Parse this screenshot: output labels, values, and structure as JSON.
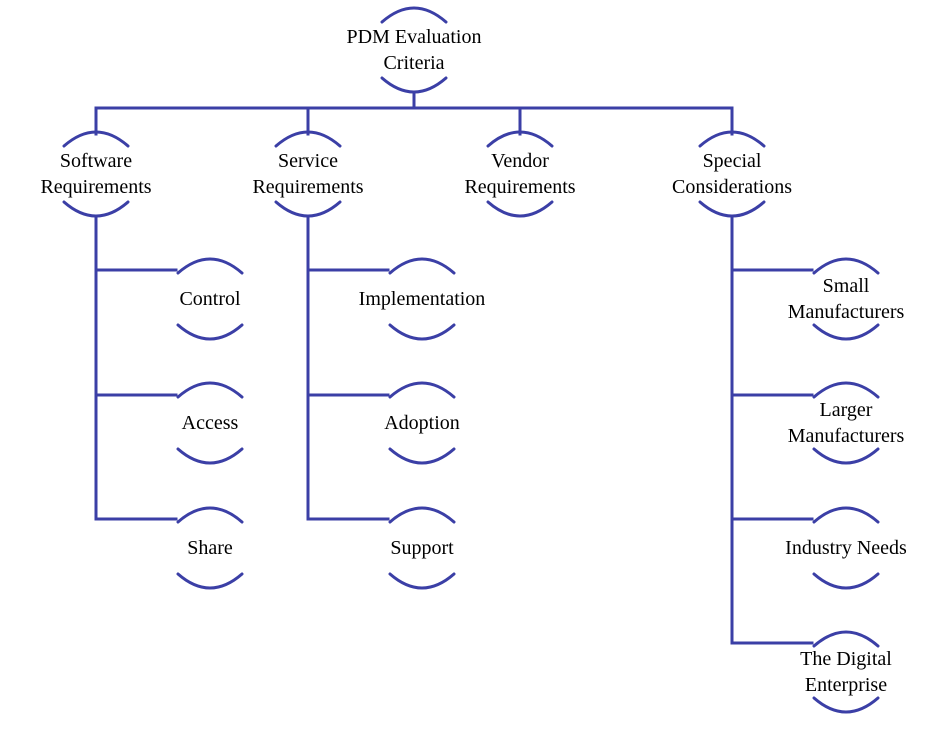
{
  "diagram": {
    "root": {
      "lines": [
        "PDM Evaluation",
        "Criteria"
      ]
    },
    "categories": [
      {
        "lines": [
          "Software",
          "Requirements"
        ],
        "children": [
          {
            "lines": [
              "Control"
            ]
          },
          {
            "lines": [
              "Access"
            ]
          },
          {
            "lines": [
              "Share"
            ]
          }
        ]
      },
      {
        "lines": [
          "Service",
          "Requirements"
        ],
        "children": [
          {
            "lines": [
              "Implementation"
            ]
          },
          {
            "lines": [
              "Adoption"
            ]
          },
          {
            "lines": [
              "Support"
            ]
          }
        ]
      },
      {
        "lines": [
          "Vendor",
          "Requirements"
        ],
        "children": []
      },
      {
        "lines": [
          "Special",
          "Considerations"
        ],
        "children": [
          {
            "lines": [
              "Small",
              "Manufacturers"
            ]
          },
          {
            "lines": [
              "Larger",
              "Manufacturers"
            ]
          },
          {
            "lines": [
              "Industry Needs"
            ]
          },
          {
            "lines": [
              "The Digital",
              "Enterprise"
            ]
          }
        ]
      }
    ],
    "colors": {
      "line": "#3b3fa6",
      "text": "#000000",
      "background": "#ffffff"
    }
  }
}
